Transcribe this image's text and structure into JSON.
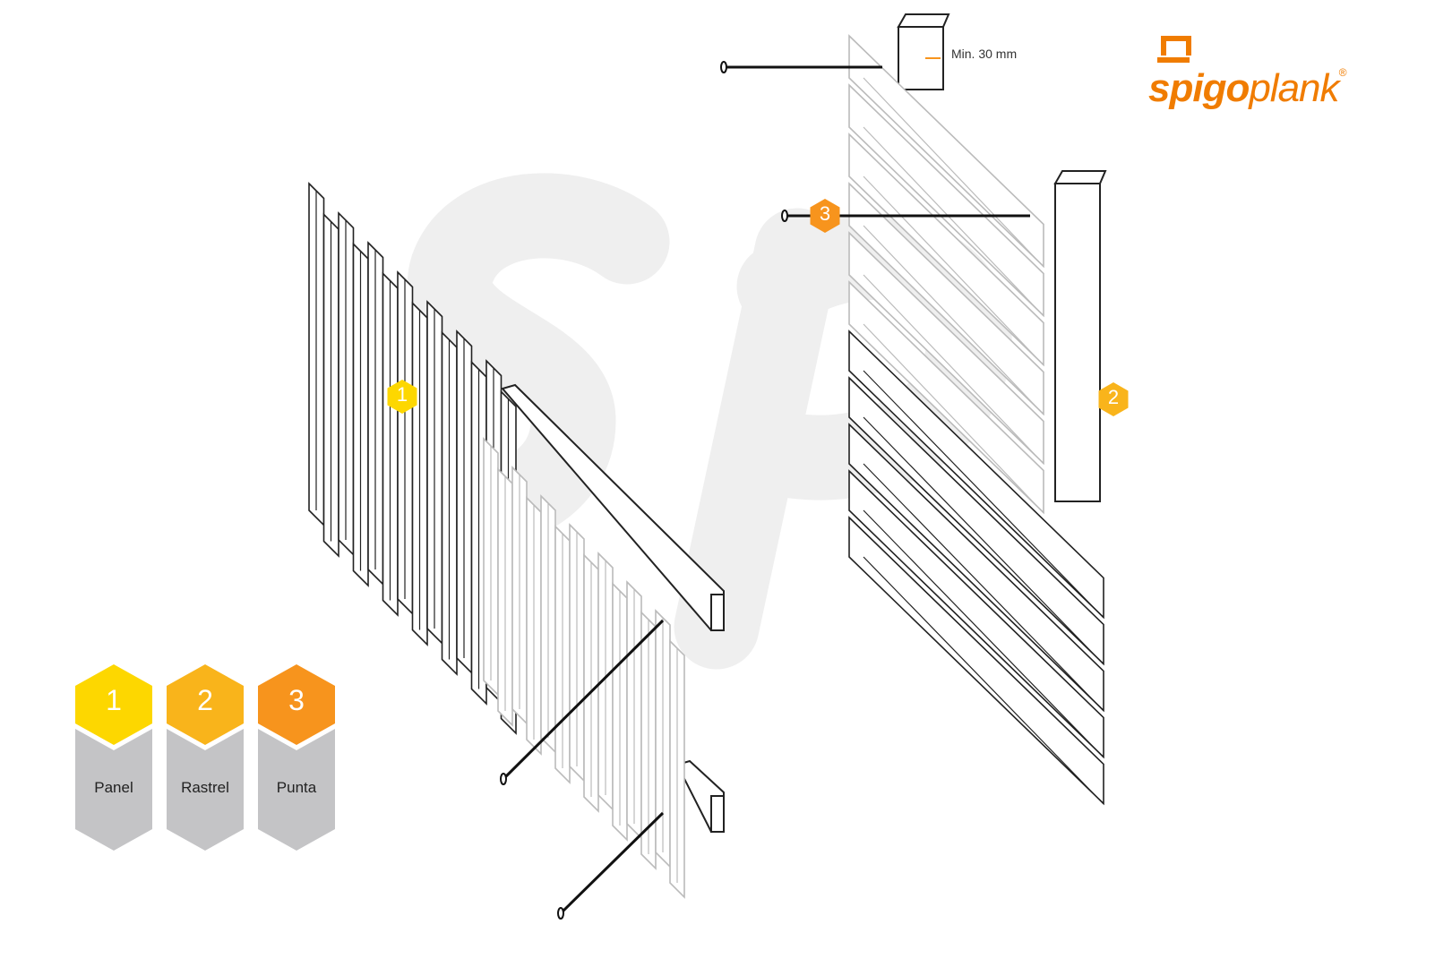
{
  "dimension_label": "Min. 30 mm",
  "logo": {
    "text_bold": "spigo",
    "text_light": "plank",
    "registered": "®"
  },
  "watermark": "sp",
  "colors": {
    "panel": "#FDD700",
    "rastrel": "#F9B41B",
    "punta": "#F7941D",
    "legend_gray": "#C4C4C6",
    "logo": "#F07C00"
  },
  "callouts": [
    {
      "number": "1"
    },
    {
      "number": "2"
    },
    {
      "number": "3"
    }
  ],
  "legend": [
    {
      "number": "1",
      "label": "Panel"
    },
    {
      "number": "2",
      "label": "Rastrel"
    },
    {
      "number": "3",
      "label": "Punta"
    }
  ]
}
